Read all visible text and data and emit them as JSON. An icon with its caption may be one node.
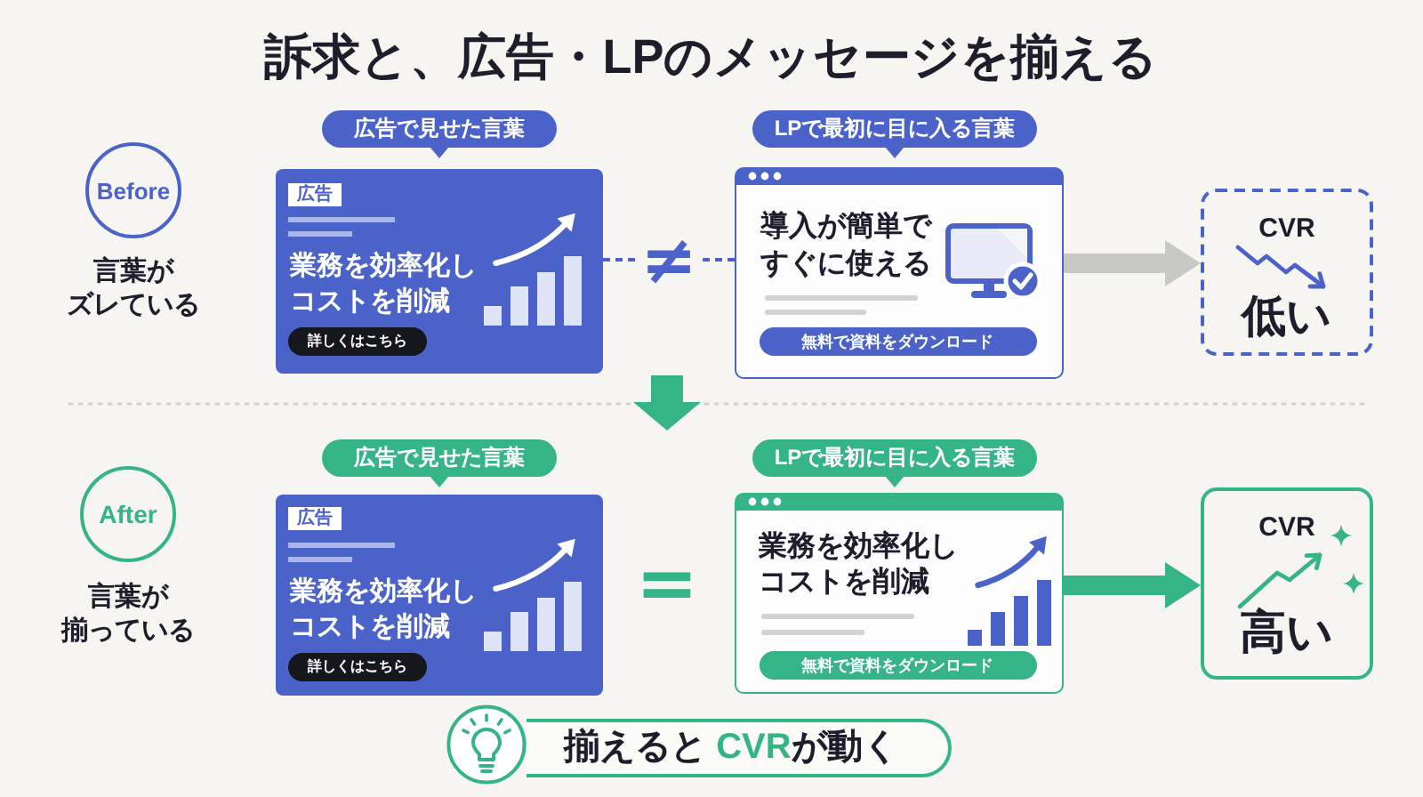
{
  "diagram": {
    "title": "訴求と、広告・LPのメッセージを揃える",
    "nodes": [
      {
        "text": [
          "Before"
        ],
        "beside": [
          "言葉がズレている"
        ]
      },
      {
        "text": [
          "広告で見せた言葉"
        ]
      },
      {
        "text": [
          "業務を効率化しコストを削減"
        ]
      },
      {
        "text": [
          "広告"
        ],
        "in": 2
      },
      {
        "text": [
          "詳しくはこちら"
        ],
        "in": 2
      },
      {
        "text": [
          "LPで最初に目に入る言葉"
        ]
      },
      {
        "text": [
          "導入が簡単ですぐに使える"
        ]
      },
      {
        "text": [
          "無料で資料をダウンロード"
        ],
        "in": 6
      },
      {
        "text": [
          "CVR",
          "低い"
        ]
      },
      {
        "text": [
          "After"
        ],
        "beside": [
          "言葉が揃っている"
        ]
      },
      {
        "text": [
          "広告で見せた言葉"
        ]
      },
      {
        "text": [
          "業務を効率化しコストを削減"
        ]
      },
      {
        "text": [
          "広告"
        ],
        "in": 11
      },
      {
        "text": [
          "詳しくはこちら"
        ],
        "in": 11
      },
      {
        "text": [
          "LPで最初に目に入る言葉"
        ]
      },
      {
        "text": [
          "業務を効率化しコストを削減"
        ]
      },
      {
        "text": [
          "無料で資料をダウンロード"
        ],
        "in": 15
      },
      {
        "text": [
          "CVR",
          "高い"
        ]
      },
      {
        "text": [
          "揃えると **CVR**が動く"
        ]
      }
    ],
    "edges": [
      {
        "from": 2,
        "to": 6,
        "arrow": "none",
        "label": "≠",
        "style": "dashed",
        "color": "#4b63c9"
      },
      {
        "from": 6,
        "to": 8,
        "arrow": "to",
        "color": "#c8c8c4"
      },
      {
        "from": 15,
        "to": 17,
        "arrow": "to",
        "color": "#34b487"
      }
    ],
    "labels": [
      "="
    ]
  }
}
